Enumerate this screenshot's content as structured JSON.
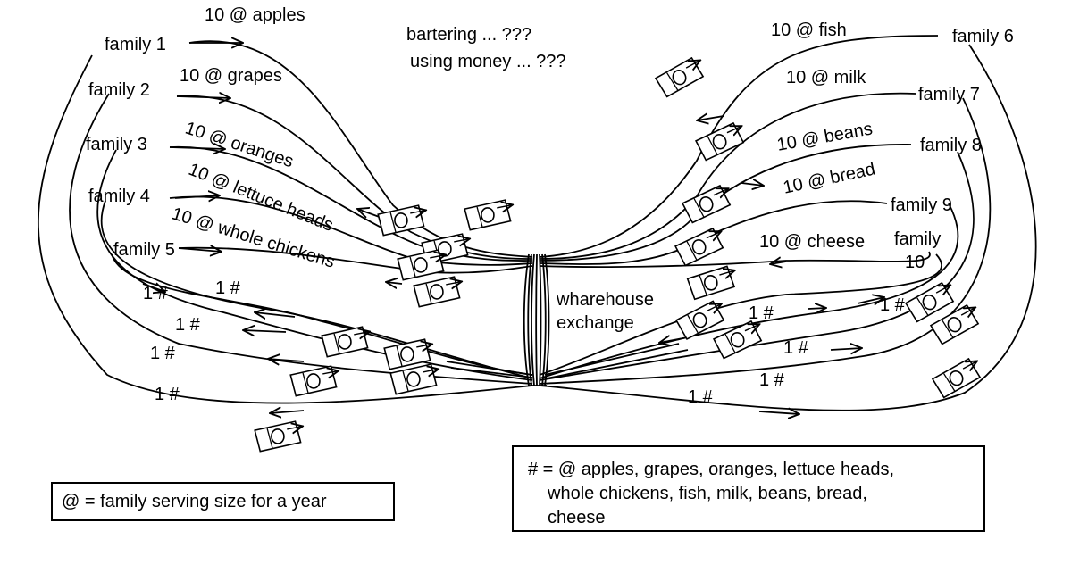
{
  "title": {
    "line1": "bartering ... ???",
    "line2": "using money ... ???"
  },
  "families_left": [
    "family 1",
    "family 2",
    "family 3",
    "family 4",
    "family 5"
  ],
  "families_right": [
    "family 6",
    "family 7",
    "family 8",
    "family 9",
    "family",
    "10"
  ],
  "goods_left": [
    "10 @ apples",
    "10 @ grapes",
    "10 @ oranges",
    "10 @ lettuce  heads",
    "10 @ whole chickens"
  ],
  "goods_right": [
    "10 @ fish",
    "10 @ milk",
    "10 @ beans",
    "10 @ bread",
    "10 @ cheese"
  ],
  "return_labels_left": [
    "1 #",
    "1 #",
    "1 #",
    "1 #",
    "1 #"
  ],
  "return_labels_right": [
    "1 #",
    "1 #",
    "1 #",
    "1 #",
    "1 #"
  ],
  "center": {
    "line1": "wharehouse",
    "line2": "exchange"
  },
  "legend_at": "@ =  family serving size for a year",
  "legend_hash": {
    "line1": "# = @ apples, grapes, oranges, lettuce heads,",
    "line2": "whole chickens, fish, milk, beans, bread,",
    "line3": "cheese"
  },
  "icons": [
    "money-bill-icon",
    "arrow-icon"
  ]
}
